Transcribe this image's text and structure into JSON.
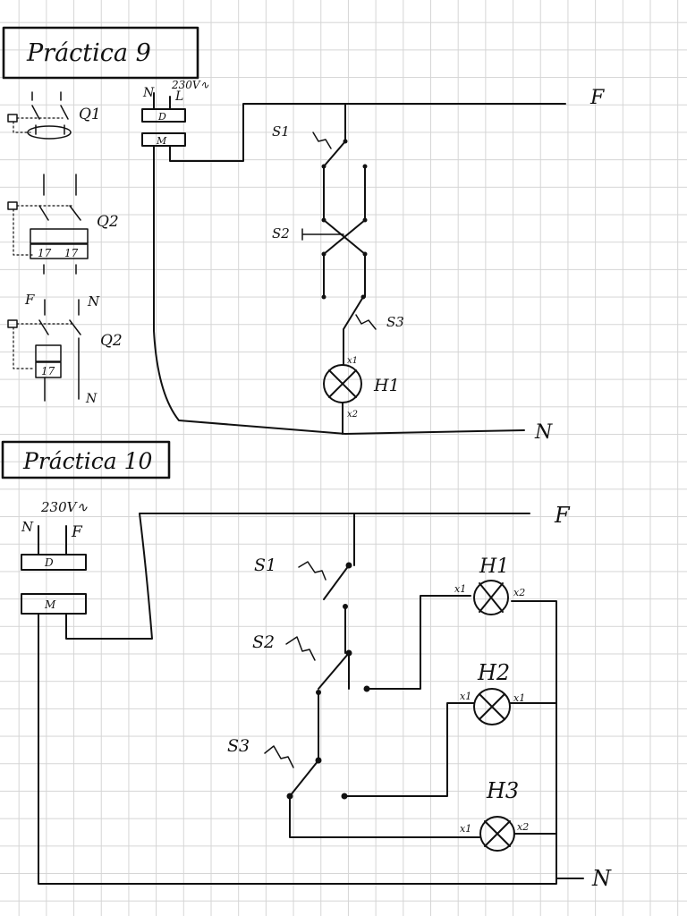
{
  "practica9": {
    "title": "Práctica 9",
    "supply": "230V∿",
    "supply_N": "N",
    "supply_L": "L",
    "rail_F": "F",
    "rail_N": "N",
    "breaker_D": "D",
    "breaker_M": "M",
    "q1_label": "Q1",
    "q2a_label": "Q2",
    "q2a_rating_1": "17",
    "q2a_rating_2": "17",
    "q2b_label": "Q2",
    "q2b_rating": "17",
    "q2b_F": "F",
    "q2b_N_top": "N",
    "q2b_N_bottom": "N",
    "s1": "S1",
    "s2": "S2",
    "s3": "S3",
    "h1": "H1",
    "h1_x1": "x1",
    "h1_x2": "x2"
  },
  "practica10": {
    "title": "Práctica 10",
    "supply": "230V∿",
    "supply_N": "N",
    "supply_F": "F",
    "rail_F": "F",
    "rail_N": "N",
    "breaker_D": "D",
    "breaker_M": "M",
    "s1": "S1",
    "s2": "S2",
    "s3": "S3",
    "h1": "H1",
    "h2": "H2",
    "h3": "H3",
    "h1_x1": "x1",
    "h1_x2": "x2",
    "h2_x1": "x1",
    "h2_x2": "x1",
    "h3_x1": "x1",
    "h3_x2": "x2"
  }
}
